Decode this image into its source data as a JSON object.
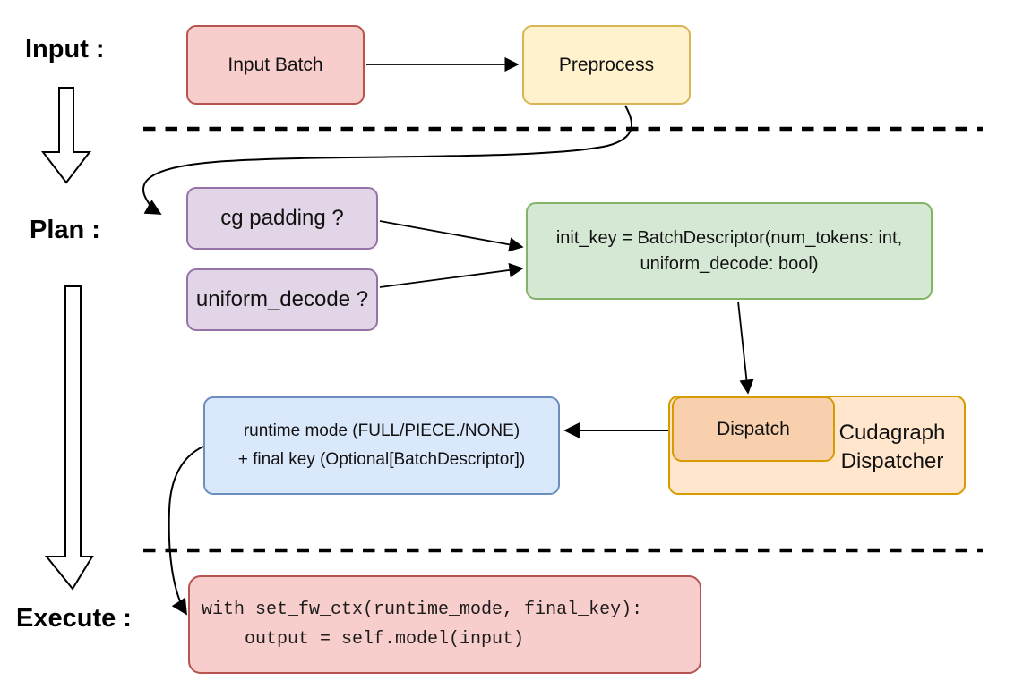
{
  "sections": {
    "input_label": "Input :",
    "plan_label": "Plan :",
    "execute_label": "Execute :"
  },
  "nodes": {
    "input_batch": {
      "label": "Input Batch"
    },
    "preprocess": {
      "label": "Preprocess"
    },
    "cg_padding": {
      "label": "cg padding ?"
    },
    "uniform_decode": {
      "label": "uniform_decode ?"
    },
    "init_key": {
      "line1": "init_key = BatchDescriptor(num_tokens: int,",
      "line2": "uniform_decode: bool)"
    },
    "runtime_mode": {
      "line1": "runtime mode (FULL/PIECE./NONE)",
      "line2": "+ final key (Optional[BatchDescriptor])"
    },
    "dispatch": {
      "label": "Dispatch"
    },
    "cudagraph_dispatcher": {
      "line1": "Cudagraph",
      "line2": "Dispatcher"
    },
    "execute_code": {
      "line1": "with set_fw_ctx(runtime_mode, final_key):",
      "line2": "    output = self.model(input)"
    }
  },
  "palette": {
    "red_fill": "#f8cecc",
    "red_stroke": "#b85450",
    "yellow_fill": "#fff2cc",
    "yellow_stroke": "#d6b656",
    "purple_fill": "#e1d5e7",
    "purple_stroke": "#9673a6",
    "green_fill": "#d5e8d4",
    "green_stroke": "#82b366",
    "blue_fill": "#dae8fc",
    "blue_stroke": "#6c8ebf",
    "orange_fill": "#ffe6cc",
    "orange_stroke": "#d79b00",
    "dispatch_fill": "#f8d0ae",
    "connector_color": "#000000",
    "background": "#ffffff"
  }
}
